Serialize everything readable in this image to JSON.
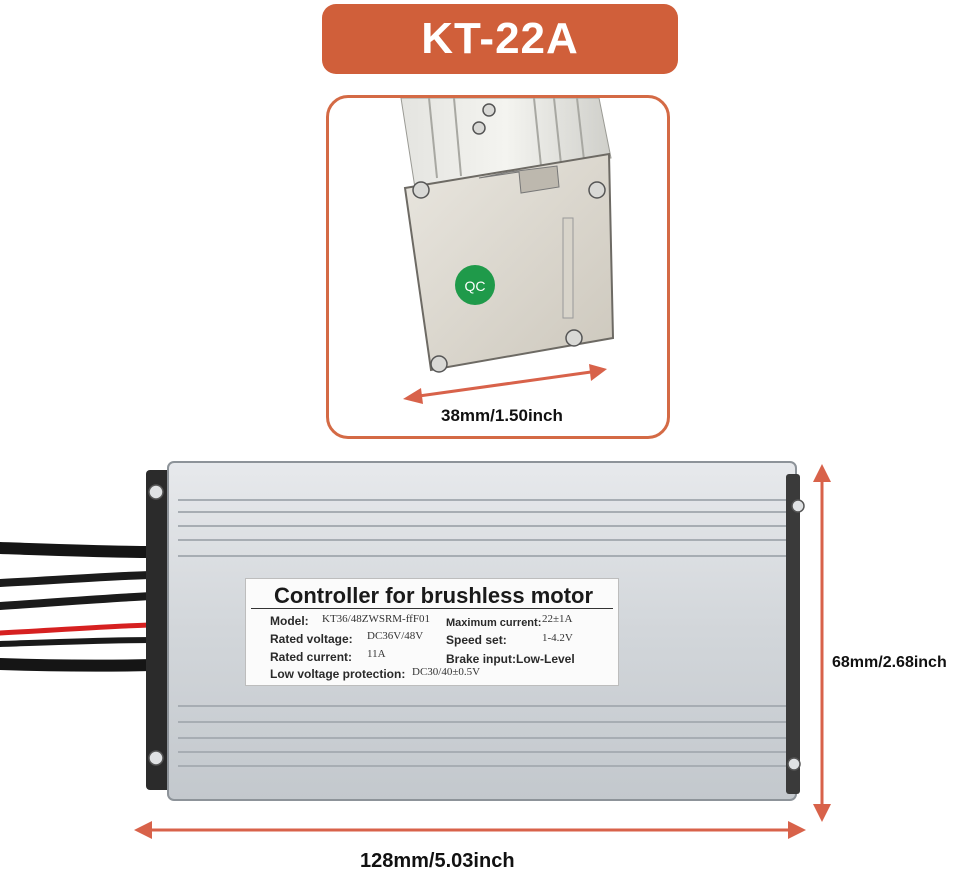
{
  "header": {
    "model_title": "KT-22A"
  },
  "dimensions": {
    "width_label": "38mm/1.50inch",
    "height_label": "68mm/2.68inch",
    "length_label": "128mm/5.03inch"
  },
  "end_view": {
    "sticker_text": "QC"
  },
  "label_plate": {
    "title": "Controller for brushless motor",
    "model_label": "Model:",
    "model_value": "KT36/48ZWSRM-ffF01",
    "max_current_label": "Maximum current:",
    "max_current_value": "22±1A",
    "rated_voltage_label": "Rated voltage:",
    "rated_voltage_value": "DC36V/48V",
    "speed_set_label": "Speed set:",
    "speed_set_value": "1-4.2V",
    "rated_current_label": "Rated current:",
    "rated_current_value": "11A",
    "brake_input_label": "Brake input:Low-Level",
    "low_voltage_label": "Low voltage protection:",
    "low_voltage_value": "DC30/40±0.5V"
  },
  "colors": {
    "accent": "#d05f3a",
    "arrow": "#d8624a",
    "frame_border": "#d46a45",
    "housing": "#c9ced3",
    "sticker_green": "#1f9a4a"
  }
}
